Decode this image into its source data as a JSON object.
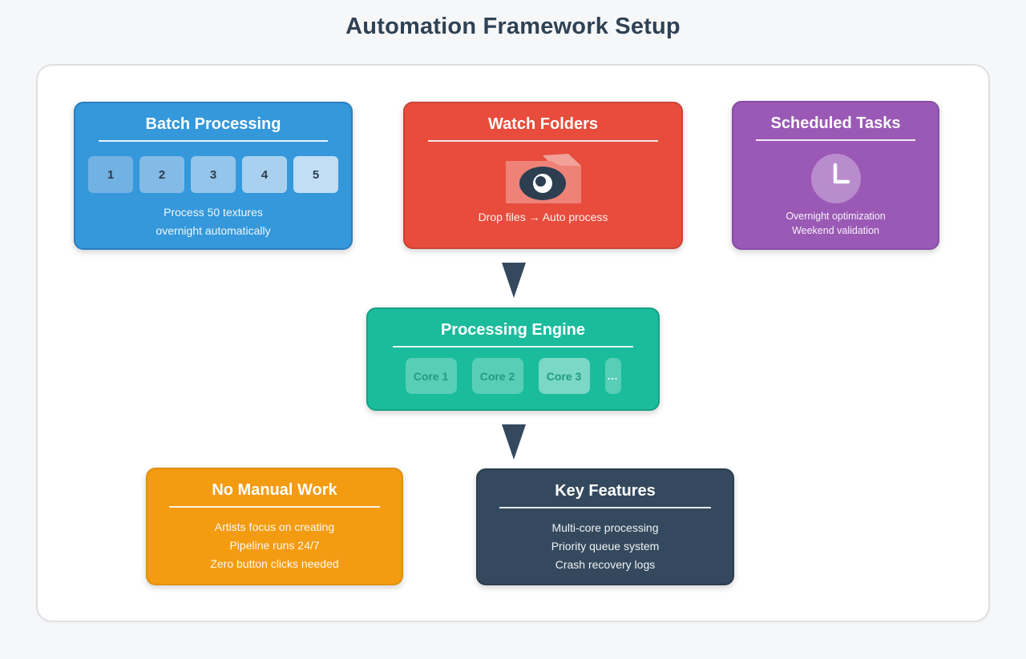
{
  "page": {
    "title": "Automation Framework Setup"
  },
  "colors": {
    "page_bg": "#f5f7f9",
    "board_bg": "#ffffff",
    "board_border": "#e0e0e3",
    "title_text": "#2f4254",
    "arrow": "#34495e"
  },
  "boxes": {
    "batch": {
      "title": "Batch Processing",
      "bg": "#3498db",
      "border": "#2a7fc0",
      "tiles": [
        {
          "label": "1",
          "color": "#72b2e2"
        },
        {
          "label": "2",
          "color": "#83bbe6"
        },
        {
          "label": "3",
          "color": "#95c5eb"
        },
        {
          "label": "4",
          "color": "#a9d1ef"
        },
        {
          "label": "5",
          "color": "#c1def5"
        }
      ],
      "lines": [
        "Process 50 textures",
        "overnight automatically"
      ]
    },
    "watch": {
      "title": "Watch Folders",
      "bg": "#e74c3c",
      "border": "#cb4335",
      "icon": "watch-folder-eye-icon",
      "caption": "Drop files → Auto process"
    },
    "scheduled": {
      "title": "Scheduled Tasks",
      "bg": "#9b59b6",
      "border": "#8a4ba6",
      "icon": "clock-icon",
      "lines": [
        "Overnight optimization",
        "Weekend validation"
      ]
    },
    "engine": {
      "title": "Processing Engine",
      "bg": "#1abc9c",
      "border": "#16a085",
      "cores": [
        "Core 1",
        "Core 2",
        "Core 3"
      ],
      "more": "..."
    },
    "manual": {
      "title": "No Manual Work",
      "bg": "#f39c12",
      "border": "#e18f0e",
      "lines": [
        "Artists focus on creating",
        "Pipeline runs 24/7",
        "Zero button clicks needed"
      ]
    },
    "features": {
      "title": "Key Features",
      "bg": "#34495e",
      "border": "#2c3e50",
      "lines": [
        "Multi-core processing",
        "Priority queue system",
        "Crash recovery logs"
      ]
    }
  }
}
